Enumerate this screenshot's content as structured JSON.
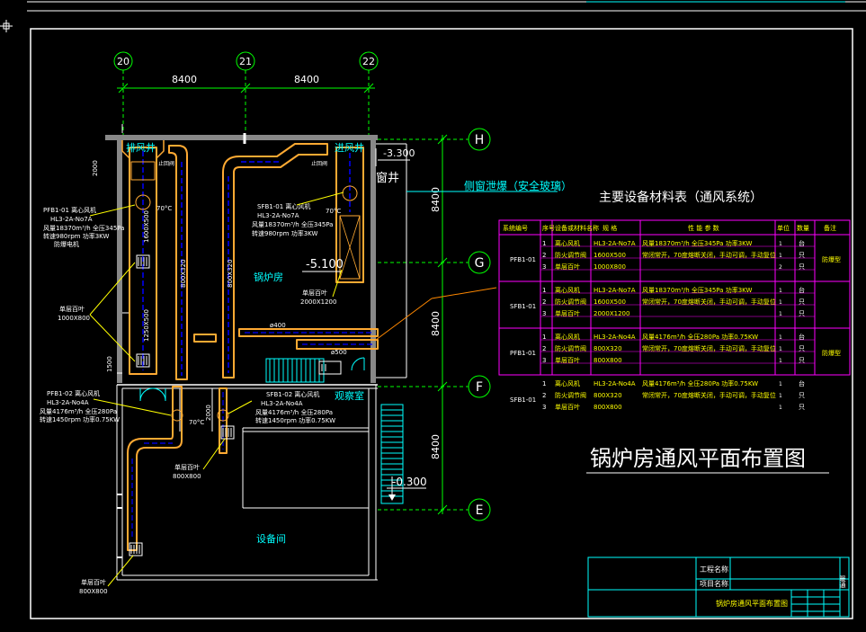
{
  "grid_axes": {
    "columns": [
      "20",
      "21",
      "22"
    ],
    "rows": [
      "H",
      "G",
      "F",
      "E"
    ],
    "col_spacings": [
      "8400",
      "8400"
    ],
    "row_spacings": [
      "8400",
      "8400",
      "8400"
    ]
  },
  "plan": {
    "rooms": {
      "exhaust_shaft": "排风井",
      "intake_shaft": "进风井",
      "window_well": "窗井",
      "boiler_room": "锅炉房",
      "observation_room": "观察室",
      "equipment_room": "设备间"
    },
    "levels": {
      "window_well": "-3.300",
      "boiler_room": "-5.100",
      "lower": "-0.300"
    },
    "notes": {
      "side_window": "侧窗泄爆（安全玻璃）",
      "fire_damper": "70°C",
      "fire_damper_2": "70°C",
      "fire_damper_3": "70°C",
      "duct_400": "ø400",
      "duct_500": "ø500",
      "dim_2000_a": "2000",
      "dim_2000_b": "2000",
      "dim_1500": "1500",
      "duct_1600x500": "1600X500",
      "duct_800x320_a": "800X320",
      "duct_800x320_b": "800X320",
      "duct_1250x500": "1250X500"
    },
    "labels": {
      "pfb1_01": [
        "PFB1-01  离心风机",
        "HL3-2A-No7A",
        "风量18370m³/h  全压345Pa",
        "转速980rpm  功率3KW",
        "防爆电机"
      ],
      "sfb1_01": [
        "SFB1-01  离心风机",
        "HL3-2A-No7A",
        "风量18370m³/h  全压345Pa",
        "转速980rpm  功率3KW"
      ],
      "pfb1_02": [
        "PFB1-02  离心风机",
        "HL3-2A-No4A",
        "风量4176m³/h  全压280Pa",
        "转速1450rpm  功率0.75KW"
      ],
      "sfb1_02": [
        "SFB1-02  离心风机",
        "HL3-2A-No4A",
        "风量4176m³/h  全压280Pa",
        "转速1450rpm  功率0.75KW"
      ],
      "louver_1": [
        "单层百叶",
        "1000X800"
      ],
      "louver_2": [
        "单层百叶",
        "2000X1200"
      ],
      "louver_3": [
        "单层百叶",
        "800X800"
      ],
      "louver_4": [
        "单层百叶",
        "800X800"
      ],
      "small_label_a": "止回阀",
      "small_label_b": "止回阀"
    }
  },
  "drawing_title": "锅炉房通风平面布置图",
  "table": {
    "title": "主要设备材料表（通风系统）",
    "headers": [
      "系统编号",
      "序号",
      "设备或材料名称",
      "规 格",
      "性 能 参 数",
      "单位",
      "数量",
      "备注"
    ],
    "groups": [
      {
        "system": "PFB1-01",
        "note": "防爆型",
        "rows": [
          [
            "1",
            "离心风机",
            "HL3-2A-No7A",
            "风量18370m³/h  全压345Pa  功率3KW",
            "1",
            "台"
          ],
          [
            "2",
            "防火调节阀",
            "1600X500",
            "常闭常开，70度熔断关闭，手动可调，手动复位",
            "1",
            "只"
          ],
          [
            "3",
            "单层百叶",
            "1000X800",
            "",
            "2",
            "只"
          ]
        ]
      },
      {
        "system": "SFB1-01",
        "note": "",
        "rows": [
          [
            "1",
            "离心风机",
            "HL3-2A-No7A",
            "风量18370m³/h  全压345Pa  功率3KW",
            "1",
            "台"
          ],
          [
            "2",
            "防火调节阀",
            "1600X500",
            "常闭常开，70度熔断关闭，手动可调，手动复位",
            "1",
            "只"
          ],
          [
            "3",
            "单层百叶",
            "2000X1200",
            "",
            "1",
            "只"
          ]
        ]
      },
      {
        "system": "PFB1-01",
        "note": "防爆型",
        "rows": [
          [
            "1",
            "离心风机",
            "HL3-2A-No4A",
            "风量4176m³/h  全压280Pa  功率0.75KW",
            "1",
            "台"
          ],
          [
            "2",
            "防火调节阀",
            "800X320",
            "常闭常开，70度熔断关闭，手动可调，手动复位",
            "1",
            "只"
          ],
          [
            "3",
            "单层百叶",
            "800X800",
            "",
            "1",
            "只"
          ]
        ]
      },
      {
        "system": "SFB1-01",
        "note": "",
        "rows": [
          [
            "1",
            "离心风机",
            "HL3-2A-No4A",
            "风量4176m³/h  全压280Pa  功率0.75KW",
            "1",
            "台"
          ],
          [
            "2",
            "防火调节阀",
            "800X320",
            "常闭常开，70度熔断关闭，手动可调，手动复位",
            "1",
            "只"
          ],
          [
            "3",
            "单层百叶",
            "800X800",
            "",
            "1",
            "只"
          ]
        ]
      }
    ]
  },
  "title_block": {
    "project_label": "工程名称",
    "project_value": "",
    "item_label": "项目名称",
    "item_value": "",
    "drawing_name": "锅炉房通风平面布置图",
    "side_label": "暖通"
  },
  "colors": {
    "grid_bubble": "#00ff00",
    "duct": "#ffaa33",
    "table_border": "#ff00ff",
    "title_block": "#00ffff",
    "frame": "#ffffff"
  }
}
